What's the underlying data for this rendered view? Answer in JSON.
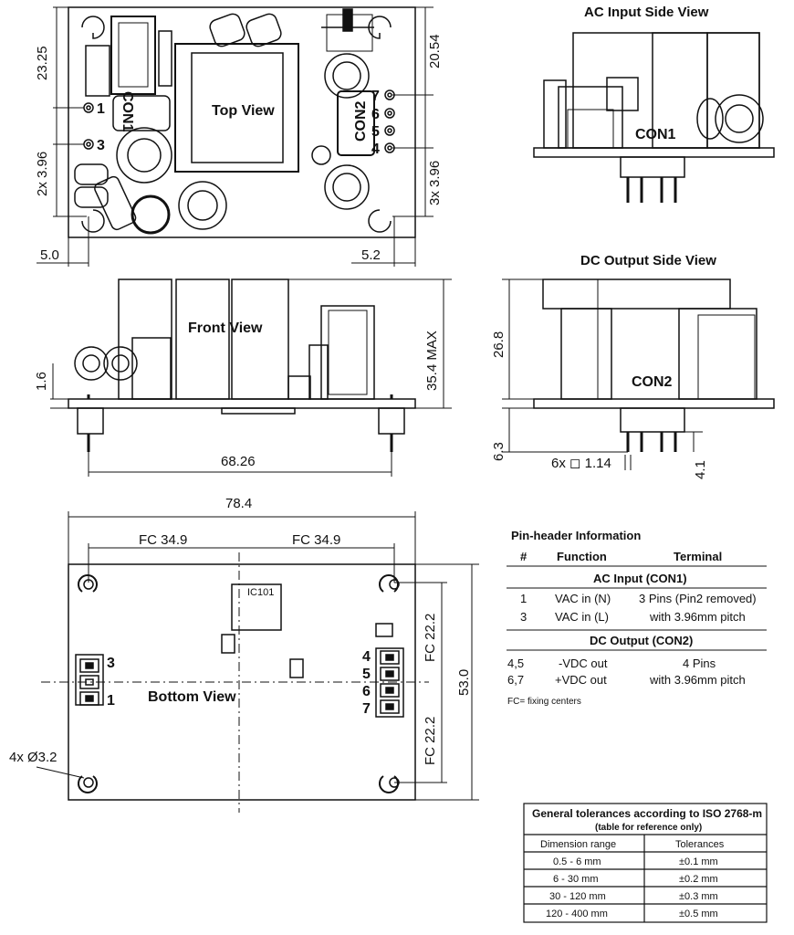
{
  "views": {
    "top": "Top View",
    "front": "Front View",
    "bottom": "Bottom View",
    "ac_side": "AC Input Side View",
    "dc_side": "DC Output Side View"
  },
  "components": {
    "con1": "CON1",
    "con2": "CON2",
    "ic101": "IC101"
  },
  "pins": {
    "p1": "1",
    "p3": "3",
    "p4": "4",
    "p5": "5",
    "p6": "6",
    "p7": "7"
  },
  "dimensions": {
    "d23_25": "23.25",
    "d20_54": "20.54",
    "d2x396": "2x 3.96",
    "d3x396": "3x 3.96",
    "d5_0": "5.0",
    "d5_2": "5.2",
    "d1_6": "1.6",
    "d35_4": "35.4 MAX",
    "d68_26": "68.26",
    "d26_8": "26.8",
    "d6_3": "6.3",
    "d6x114": "6x ◻ 1.14",
    "d4_1": "4.1",
    "d78_4": "78.4",
    "fc34_9a": "FC 34.9",
    "fc34_9b": "FC 34.9",
    "fc22_2a": "FC 22.2",
    "fc22_2b": "FC 22.2",
    "d53_0": "53.0",
    "d4x32": "4x Ø3.2"
  },
  "pin_table": {
    "title": "Pin-header Information",
    "headers": [
      "#",
      "Function",
      "Terminal"
    ],
    "sec_ac": "AC Input (CON1)",
    "ac_rows": [
      [
        "1",
        "VAC in (N)",
        "3 Pins (Pin2 removed)"
      ],
      [
        "3",
        "VAC in (L)",
        "with 3.96mm pitch"
      ]
    ],
    "sec_dc": "DC Output (CON2)",
    "dc_rows": [
      [
        "4,5",
        "-VDC out",
        "4 Pins"
      ],
      [
        "6,7",
        "+VDC out",
        "with 3.96mm pitch"
      ]
    ],
    "note": "FC= fixing centers"
  },
  "tolerance_table": {
    "title": "General tolerances according to ISO 2768-m",
    "subtitle": "(table for reference only)",
    "headers": [
      "Dimension range",
      "Tolerances"
    ],
    "rows": [
      [
        "0.5 - 6 mm",
        "±0.1 mm"
      ],
      [
        "6 - 30 mm",
        "±0.2 mm"
      ],
      [
        "30 - 120 mm",
        "±0.3 mm"
      ],
      [
        "120 - 400 mm",
        "±0.5 mm"
      ]
    ]
  }
}
